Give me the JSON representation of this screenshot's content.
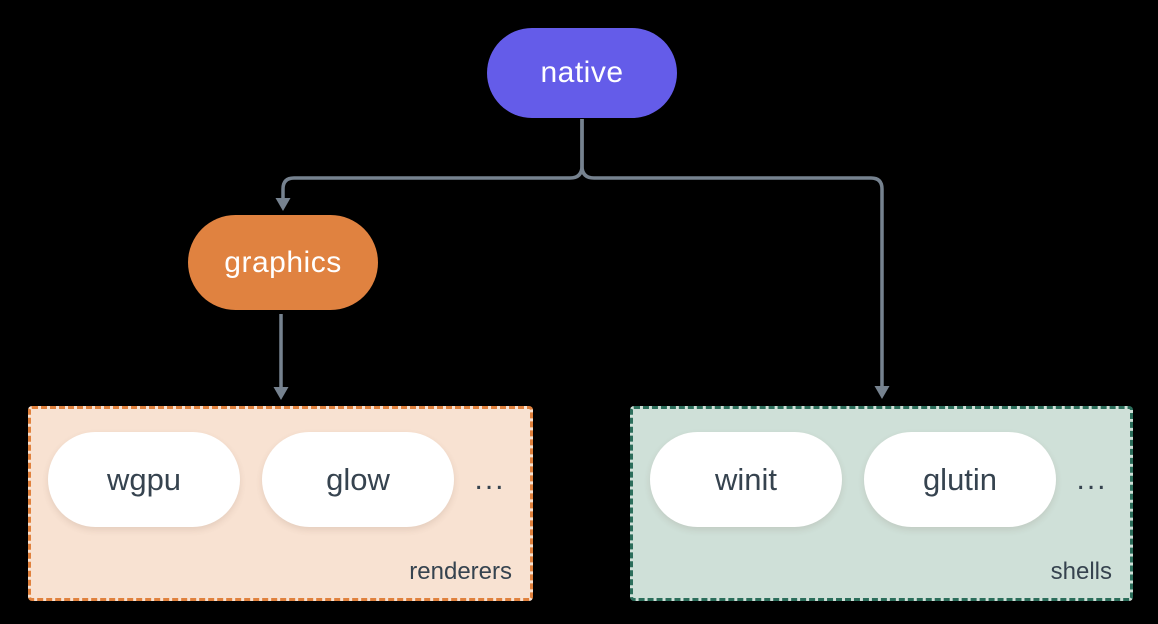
{
  "diagram": {
    "background_color": "#000000",
    "connector_color": "#76828F",
    "nodes": {
      "native": {
        "label": "native",
        "fill": "#645CE9",
        "text_color": "#FFFFFF"
      },
      "graphics": {
        "label": "graphics",
        "fill": "#E08240",
        "text_color": "#FFFFFF"
      }
    },
    "groups": {
      "renderers": {
        "label": "renderers",
        "fill": "#F8E2D2",
        "border_color": "#E0813D",
        "item_fill": "#FFFFFF",
        "item_text_color": "#36434F",
        "items": [
          "wgpu",
          "glow"
        ],
        "ellipsis": "..."
      },
      "shells": {
        "label": "shells",
        "fill": "#CFE0D8",
        "border_color": "#2C6E5B",
        "item_fill": "#FFFFFF",
        "item_text_color": "#36434F",
        "items": [
          "winit",
          "glutin"
        ],
        "ellipsis": "..."
      }
    },
    "edges": [
      {
        "from": "native",
        "to": "graphics"
      },
      {
        "from": "native",
        "to": "shells"
      },
      {
        "from": "graphics",
        "to": "renderers"
      }
    ]
  }
}
